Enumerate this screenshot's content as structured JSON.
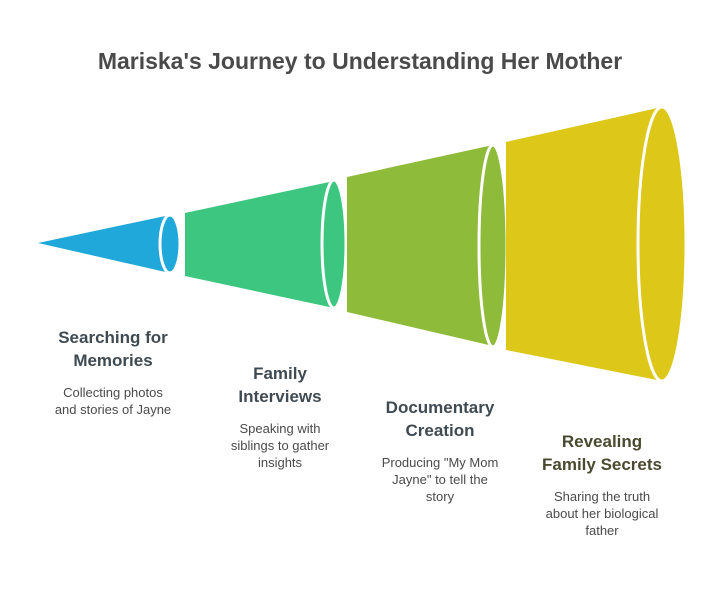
{
  "title": "Mariska's Journey to Understanding Her Mother",
  "stages": [
    {
      "title_lines": [
        "Searching for",
        "Memories"
      ],
      "desc_lines": [
        "Collecting photos",
        "and stories of Jayne"
      ],
      "color": "#1fa8d9",
      "title_color": "#3f4a52"
    },
    {
      "title_lines": [
        "Family",
        "Interviews"
      ],
      "desc_lines": [
        "Speaking with",
        "siblings to gather",
        "insights"
      ],
      "color": "#3cc67f",
      "title_color": "#3f4a52"
    },
    {
      "title_lines": [
        "Documentary",
        "Creation"
      ],
      "desc_lines": [
        "Producing \"My Mom",
        "Jayne\" to tell the",
        "story"
      ],
      "color": "#8fbb3a",
      "title_color": "#3f4a52"
    },
    {
      "title_lines": [
        "Revealing",
        "Family Secrets"
      ],
      "desc_lines": [
        "Sharing the truth",
        "about her biological",
        "father"
      ],
      "color": "#ddc718",
      "title_color": "#4a4a30"
    }
  ]
}
